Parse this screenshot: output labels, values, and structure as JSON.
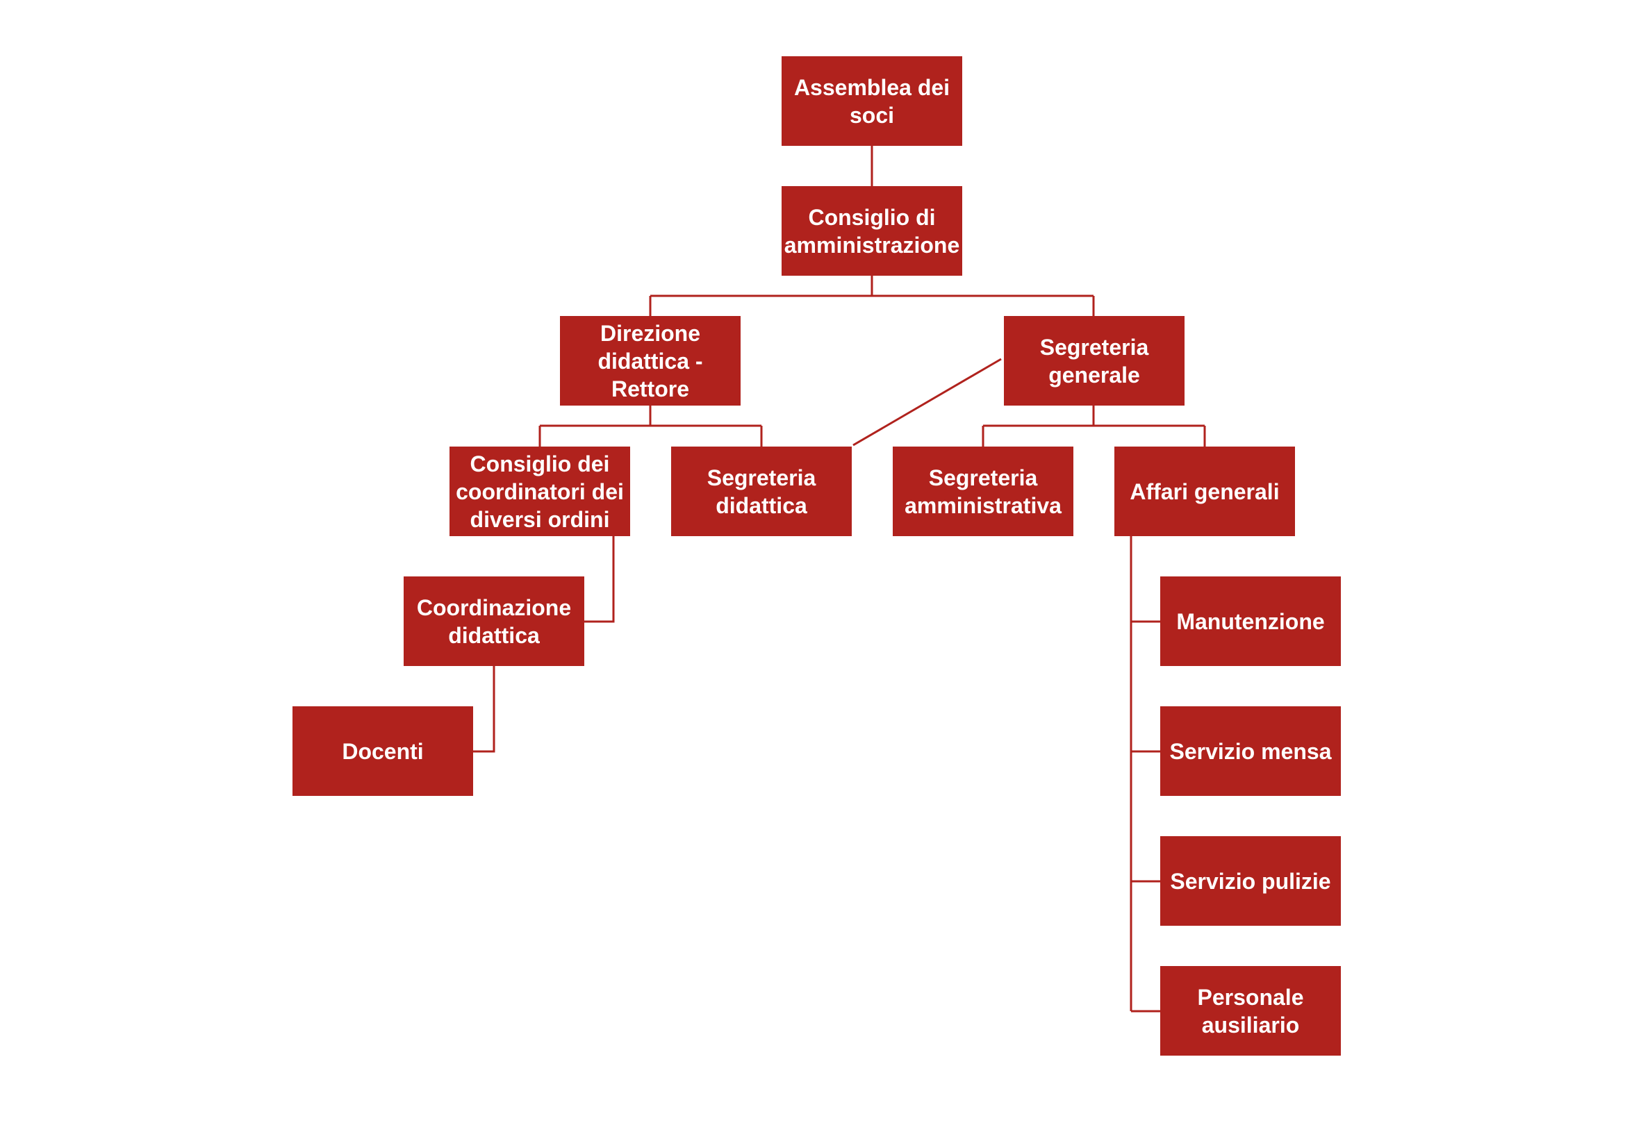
{
  "colors": {
    "box_fill": "#b0221d",
    "line": "#b0221d",
    "text": "#ffffff",
    "background": "#ffffff"
  },
  "nodes": {
    "assemblea": "Assemblea dei soci",
    "consiglio_amministrazione": "Consiglio di amministrazione",
    "direzione": "Direzione didattica - Rettore",
    "segreteria_generale": "Segreteria generale",
    "consiglio_coordinatori": "Consiglio dei coordinatori dei diversi ordini",
    "segreteria_didattica": "Segreteria didattica",
    "segreteria_amministrativa": "Segreteria amministrativa",
    "affari_generali": "Affari generali",
    "coordinazione_didattica": "Coordinazione didattica",
    "docenti": "Docenti",
    "manutenzione": "Manutenzione",
    "servizio_mensa": "Servizio mensa",
    "servizio_pulizie": "Servizio pulizie",
    "personale_ausiliario": "Personale ausiliario"
  },
  "edges": [
    [
      "assemblea",
      "consiglio_amministrazione"
    ],
    [
      "consiglio_amministrazione",
      "direzione"
    ],
    [
      "consiglio_amministrazione",
      "segreteria_generale"
    ],
    [
      "direzione",
      "consiglio_coordinatori"
    ],
    [
      "direzione",
      "segreteria_didattica"
    ],
    [
      "segreteria_generale",
      "segreteria_didattica"
    ],
    [
      "segreteria_generale",
      "segreteria_amministrativa"
    ],
    [
      "segreteria_generale",
      "affari_generali"
    ],
    [
      "consiglio_coordinatori",
      "coordinazione_didattica"
    ],
    [
      "coordinazione_didattica",
      "docenti"
    ],
    [
      "affari_generali",
      "manutenzione"
    ],
    [
      "affari_generali",
      "servizio_mensa"
    ],
    [
      "affari_generali",
      "servizio_pulizie"
    ],
    [
      "affari_generali",
      "personale_ausiliario"
    ]
  ]
}
